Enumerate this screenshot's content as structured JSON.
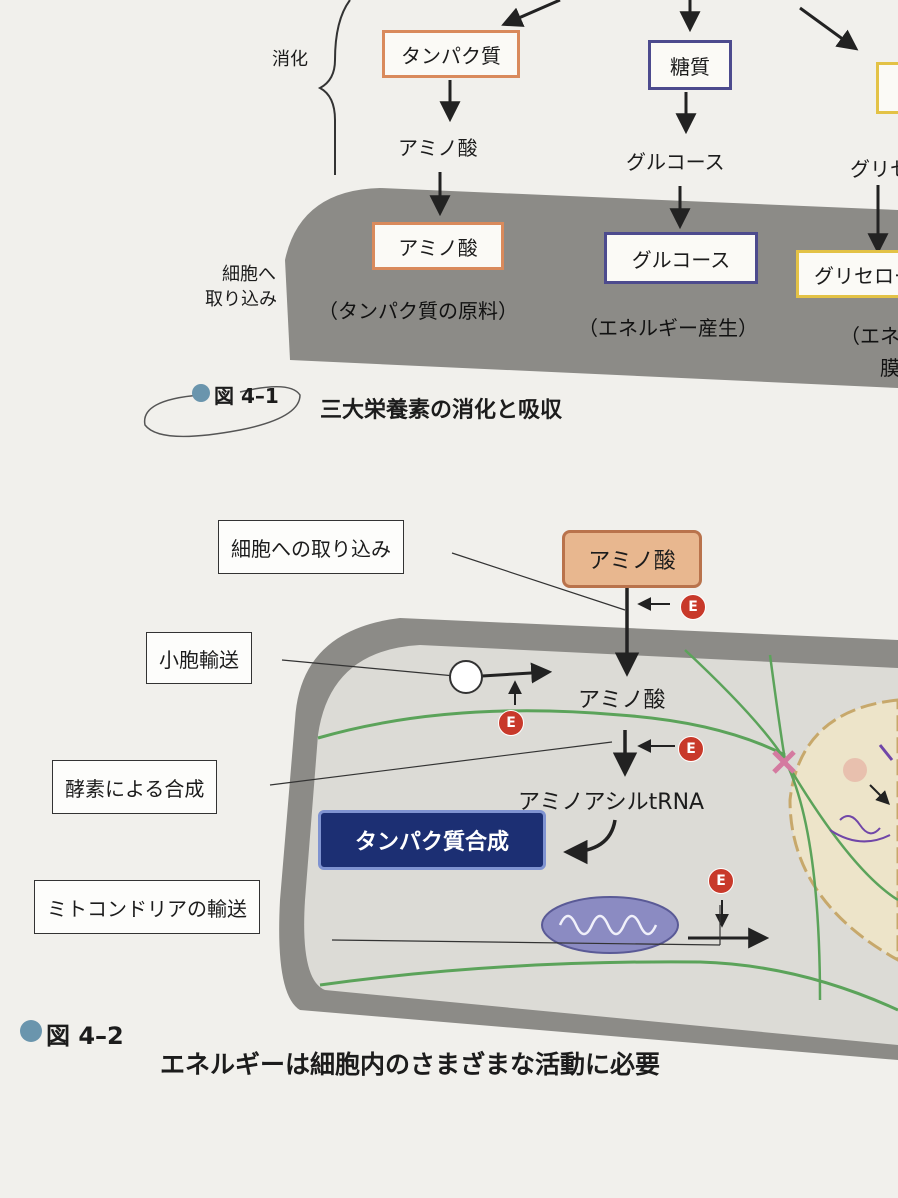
{
  "fig1": {
    "digestion_label": "消化",
    "uptake_label_line1": "細胞へ",
    "uptake_label_line2": "取り込み",
    "top_boxes": {
      "protein": "タンパク質",
      "sugar": "糖質"
    },
    "digested": {
      "amino": "アミノ酸",
      "glucose": "グルコース",
      "glycerol": "グリセ"
    },
    "cell_boxes": {
      "amino": "アミノ酸",
      "glucose": "グルコース",
      "glycerol": "グリセロー"
    },
    "roles": {
      "amino": "（タンパク質の原料）",
      "glucose": "（エネルギー産生）",
      "glycerol": "（エネル"
    },
    "glycerol_role_line2": "膜",
    "caption_num": "図 4–1",
    "caption_text": "三大栄養素の消化と吸収"
  },
  "fig2": {
    "callouts": {
      "uptake": "細胞への取り込み",
      "vesicle": "小胞輸送",
      "enzyme": "酵素による合成",
      "mito": "ミトコンドリアの輸送"
    },
    "amino_box": "アミノ酸",
    "amino_inside": "アミノ酸",
    "aminoacyl": "アミノアシルtRNA",
    "protein_synth": "タンパク質合成",
    "energy_badge": "E",
    "caption_num": "図 4–2",
    "caption_text": "エネルギーは細胞内のさまざまな活動に必要"
  },
  "colors": {
    "protein_box": "#d98a5c",
    "sugar_box": "#4d4b8e",
    "glycerol_box": "#e3c246",
    "cell_bg": "#8c8b87",
    "cell_light": "#dcdbd6",
    "energy_red": "#c8392a",
    "synthesis_navy": "#1c2f73",
    "membrane_green": "#5ba35a"
  }
}
